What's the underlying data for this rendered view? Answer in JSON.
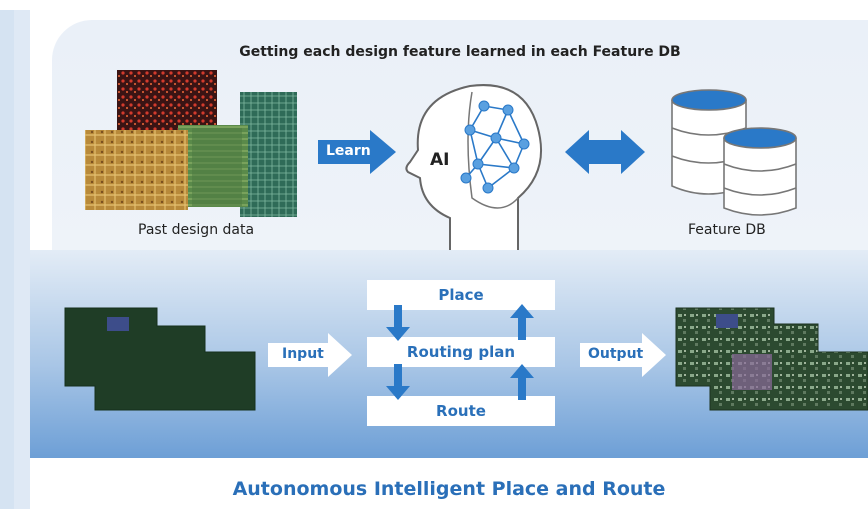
{
  "heading": "Getting each design feature learned in each Feature DB",
  "past_design_label": "Past design data",
  "learn_label": "Learn",
  "ai_label": "AI",
  "feature_db_label": "Feature DB",
  "input_label": "Input",
  "output_label": "Output",
  "flow": {
    "place": "Place",
    "routing_plan": "Routing plan",
    "route": "Route"
  },
  "footer_title": "Autonomous Intelligent Place and Route",
  "colors": {
    "accent_blue": "#2a79c8",
    "text_blue": "#2a6fb8",
    "board_green": "#1f3d26"
  }
}
